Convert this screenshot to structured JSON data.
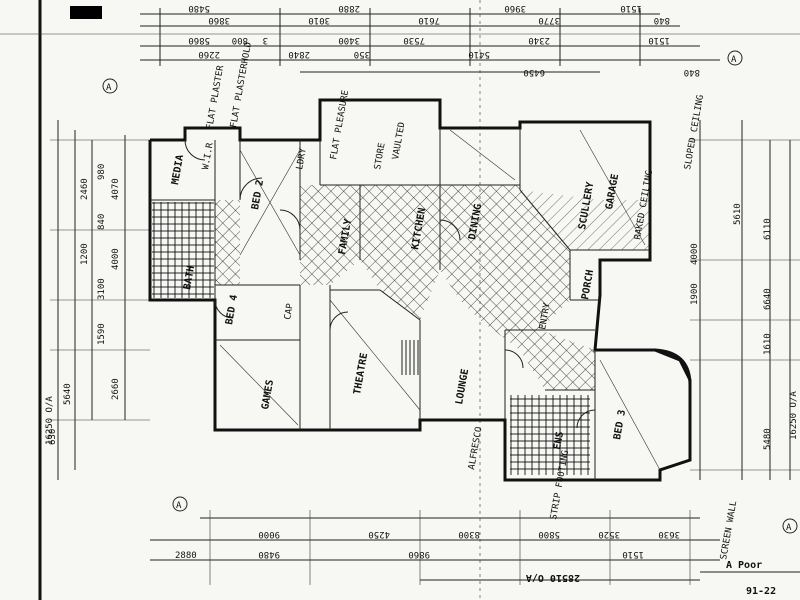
{
  "dims_top": {
    "row1": [
      "5480",
      "2880",
      "3960",
      "1510"
    ],
    "row2": [
      "3860",
      "3010",
      "7610",
      "3770",
      "840"
    ],
    "row3": [
      "5860",
      "800",
      "3",
      "3400",
      "7530",
      "2340",
      "1510"
    ],
    "row4": [
      "2260",
      "2840",
      "350",
      "5410"
    ],
    "row5": [
      "6450",
      "840"
    ]
  },
  "dims_bottom": {
    "row1": [
      "9000",
      "4250",
      "8300",
      "5800",
      "3520",
      "3630"
    ],
    "row2": [
      "9480",
      "9860",
      "1510"
    ],
    "overall_width": "28510 O/A",
    "grid_refs": [
      "2880",
      "630"
    ]
  },
  "dims_left": {
    "overall": "16250 O/A",
    "main": "5640",
    "small": [
      "2460",
      "1200",
      "980",
      "840",
      "3100",
      "4070",
      "4000",
      "1590",
      "2660"
    ]
  },
  "dims_right": {
    "overall": "16250 O/A",
    "parts": [
      "5480",
      "6110",
      "6640",
      "1610",
      "1900",
      "4000",
      "5610"
    ]
  },
  "rooms": {
    "bed2": "BED 2",
    "bed3": "BED 3",
    "bed4": "BED 4",
    "games": "GAMES",
    "garage": "GARAGE",
    "porch": "PORCH",
    "theatre": "THEATRE",
    "scullery": "SCULLERY",
    "lounge": "LOUNGE",
    "dining": "DINING",
    "kitchen": "KITCHEN",
    "family": "FAMILY",
    "bath": "BATH",
    "ens": "ENS",
    "wir": "W.I.R",
    "laundry": "LDRY",
    "store": "STORE",
    "entry": "ENTRY",
    "media": "MEDIA"
  },
  "notes": {
    "flat_plaster": "FLAT PLASTER",
    "flat_pleasure": "FLAT PLEASURE",
    "flat_plasterhold": "FLAT PLASTERHOLD",
    "sloped_ceiling": "SLOPED CEILING",
    "raked_ceiling": "RAKED CEILING",
    "screen_wall": "SCREEN WALL",
    "alfresco": "ALFRESCO",
    "strip_footing": "STRIP FOOTING",
    "cap": "CAP",
    "vaulted": "VAULTED"
  },
  "grid_markers": [
    "A",
    "A",
    "A",
    "A"
  ],
  "sheet_title": "A Poor",
  "sheet_number": "91-22"
}
